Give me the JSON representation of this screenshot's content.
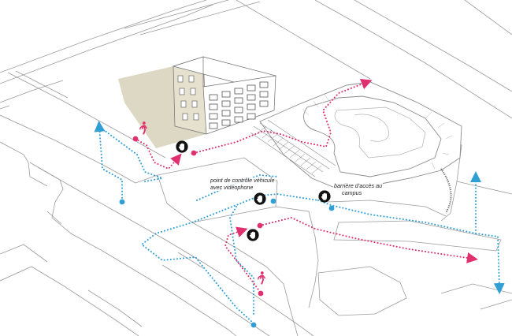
{
  "labels": {
    "vehicle_checkpoint": [
      "point de contrôle véhicule",
      "avec vidéophone"
    ],
    "campus_barrier": [
      "barrière d’accès au",
      "campus"
    ]
  },
  "legend_colors": {
    "pedestrian_route": "#e0306e",
    "vehicle_route": "#2f9fd4",
    "building_shadow": "#d9d4c0",
    "linework": "#8c8c8c"
  },
  "icons": {
    "pedestrian": "walking-person-icon",
    "control_point": "hand-stop-icon"
  }
}
